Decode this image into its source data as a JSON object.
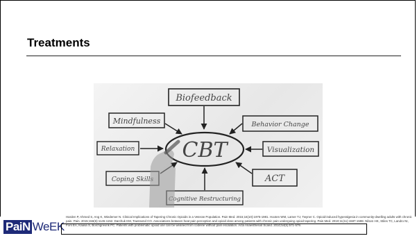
{
  "slide": {
    "title": "Treatments"
  },
  "diagram": {
    "center": "CBT",
    "nodes": [
      {
        "id": "biofeedback",
        "label": "Biofeedback"
      },
      {
        "id": "mindfulness",
        "label": "Mindfulness"
      },
      {
        "id": "behavior-change",
        "label": "Behavior Change"
      },
      {
        "id": "relaxation",
        "label": "Relaxation"
      },
      {
        "id": "visualization",
        "label": "Visualization"
      },
      {
        "id": "coping-skills",
        "label": "Coping Skills"
      },
      {
        "id": "act",
        "label": "ACT"
      },
      {
        "id": "cognitive-restructuring",
        "label": "Cognitive Restructuring"
      }
    ]
  },
  "footer": {
    "logo_pain": "PaiN",
    "logo_week": "WeEK",
    "references": "Harden P, Ahmed S, Ang K, Wiedemer N. Clinical Implications of Tapering Chronic Opioids in a Veteran Population. Pain Med. 2015;16(10):1975-1981. Hooten WM, Lamer TJ, Twyner C. Opioid-induced hyperalgesia in community-dwelling adults with chronic pain. Pain. 2015;156(6):1145-1152. Darchuk KM, Townsend CO. Associations between heat pain perception and opioid dose among patients with chronic pain undergoing opioid tapering. Pain Med. 2010;11(11):1587-1598. Nilsen HK, Stiles TC, Landro NI, Fors EA, Kaasa S, Borchgrevink PC. Patients with problematic opioid use can be weaned from codeine without pain escalation. Acta Anaesthesiol Scand. 2010;54(5):571-579."
  }
}
